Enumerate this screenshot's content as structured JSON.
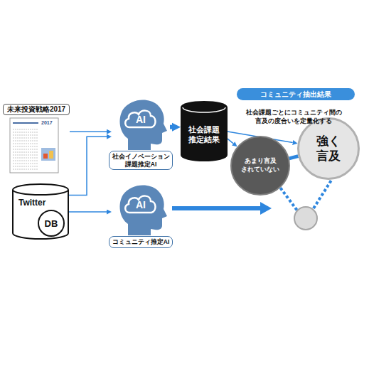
{
  "diagram": {
    "nodes": [
      {
        "text": [
          "未来投資戦略2017"
        ]
      },
      {
        "text": [
          "AI",
          "社会イノベーション 課題推定AI"
        ]
      },
      {
        "text": [
          "社会課題 推定結果"
        ]
      },
      {
        "text": [
          "コミュニティ抽出結果"
        ]
      },
      {
        "text": [
          "強く 言及"
        ]
      },
      {
        "text": [
          "あまり言及 されていない"
        ]
      },
      {
        "text": [
          "Twitter"
        ]
      },
      {
        "text": [
          "DB"
        ],
        "in": 6
      },
      {
        "text": [
          "AI",
          "コミュニティ推定AI"
        ]
      }
    ],
    "edges": [
      {
        "from": 0,
        "to": 1,
        "arrow": "to"
      },
      {
        "from": 6,
        "to": 1,
        "arrow": "to"
      },
      {
        "from": 6,
        "to": 8,
        "arrow": "to"
      },
      {
        "from": 1,
        "to": 2,
        "arrow": "to"
      },
      {
        "from": 2,
        "to": 5,
        "arrow": "to"
      },
      {
        "from": 2,
        "to": 4,
        "arrow": "to"
      },
      {
        "from": 5,
        "to": 4,
        "arrow": "none"
      }
    ],
    "labels": [
      "社会課題ごとにコミュニティ間の 言及の度合いを定量化する",
      "2017"
    ]
  }
}
